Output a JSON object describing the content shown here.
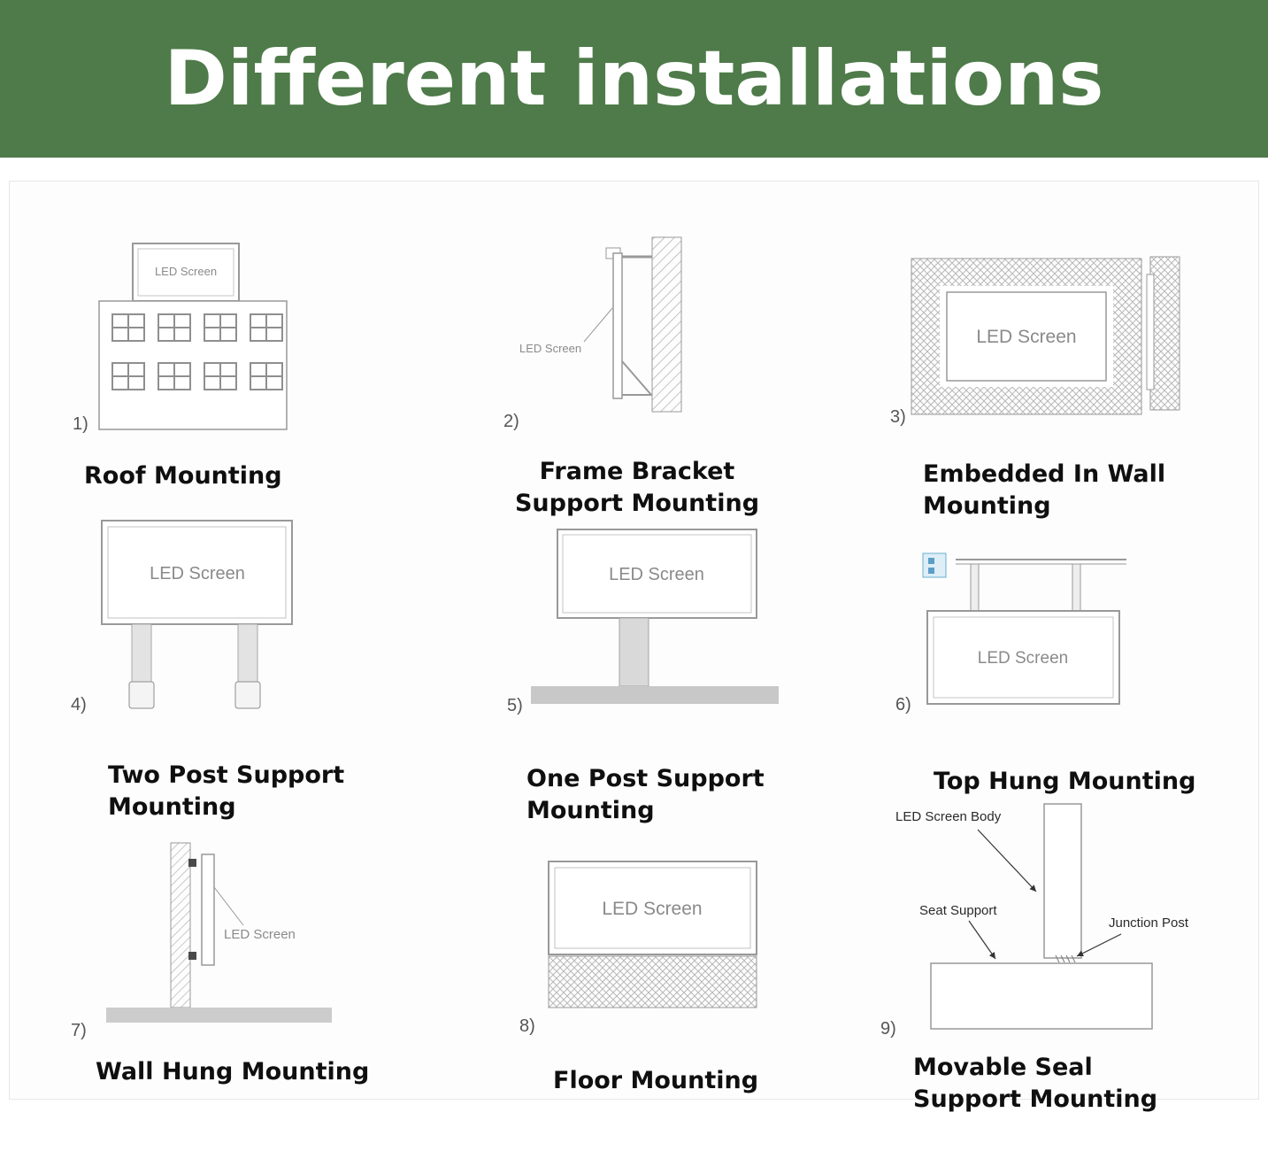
{
  "header": {
    "title": "Different installations"
  },
  "colors": {
    "header_bg": "#4e7b49",
    "caption": "#0f0f0f",
    "diagram_gray": "#8a8a8a"
  },
  "cells": [
    {
      "num": "1)",
      "caption": "Roof Mounting",
      "screen_label": "LED Screen"
    },
    {
      "num": "2)",
      "caption": "Frame Bracket Support Mounting",
      "screen_label": "LED Screen"
    },
    {
      "num": "3)",
      "caption": "Embedded In Wall Mounting",
      "screen_label": "LED Screen"
    },
    {
      "num": "4)",
      "caption": "Two Post Support Mounting",
      "screen_label": "LED Screen"
    },
    {
      "num": "5)",
      "caption": "One Post Support Mounting",
      "screen_label": "LED Screen"
    },
    {
      "num": "6)",
      "caption": "Top Hung Mounting",
      "screen_label": "LED Screen"
    },
    {
      "num": "7)",
      "caption": "Wall Hung Mounting",
      "screen_label": "LED Screen"
    },
    {
      "num": "8)",
      "caption": "Floor Mounting",
      "screen_label": "LED Screen"
    },
    {
      "num": "9)",
      "caption": "Movable Seal Support Mounting",
      "labels": {
        "body": "LED Screen Body",
        "seat": "Seat Support",
        "junction": "Junction Post"
      }
    }
  ]
}
